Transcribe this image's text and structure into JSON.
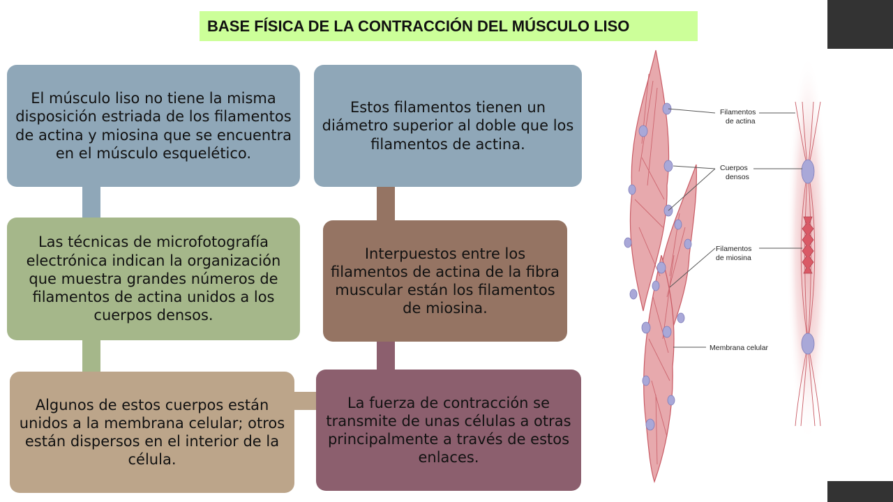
{
  "title": "BASE FÍSICA DE LA CONTRACCIÓN DEL MÚSCULO LISO",
  "boxes": {
    "left_1": "El músculo liso no tiene la misma disposición estriada de los filamentos de actina y miosina que se encuentra en el músculo esquelético.",
    "left_2": "Las técnicas de microfotografía electrónica indican la organización que muestra grandes números de filamentos de actina unidos a los cuerpos densos.",
    "left_3": "Algunos de estos cuerpos están unidos a la membrana celular; otros están dispersos en el interior de la célula.",
    "right_1": "Estos filamentos tienen un diámetro superior al doble que los filamentos de actina.",
    "right_2": "Interpuestos entre los filamentos de actina de la fibra muscular están los filamentos de miosina.",
    "right_3": "La fuerza de contracción se transmite de unas células a otras principalmente a través de estos enlaces."
  },
  "figure_labels": {
    "actin_line1": "Filamentos",
    "actin_line2": "de actina",
    "dense_line1": "Cuerpos",
    "dense_line2": "densos",
    "myosin_line1": "Filamentos",
    "myosin_line2": "de miosina",
    "membrane": "Membrana celular"
  },
  "colors": {
    "title_bg": "#ccff99",
    "box_blue": "#8fa7b8",
    "box_green": "#a5b78a",
    "box_tan": "#bca58a",
    "box_brown": "#957463",
    "box_mauve": "#8c5f6e",
    "cell_fill": "#e7a9ad",
    "cell_stroke": "#c85a64",
    "dense_body": "#a9a8d8"
  }
}
